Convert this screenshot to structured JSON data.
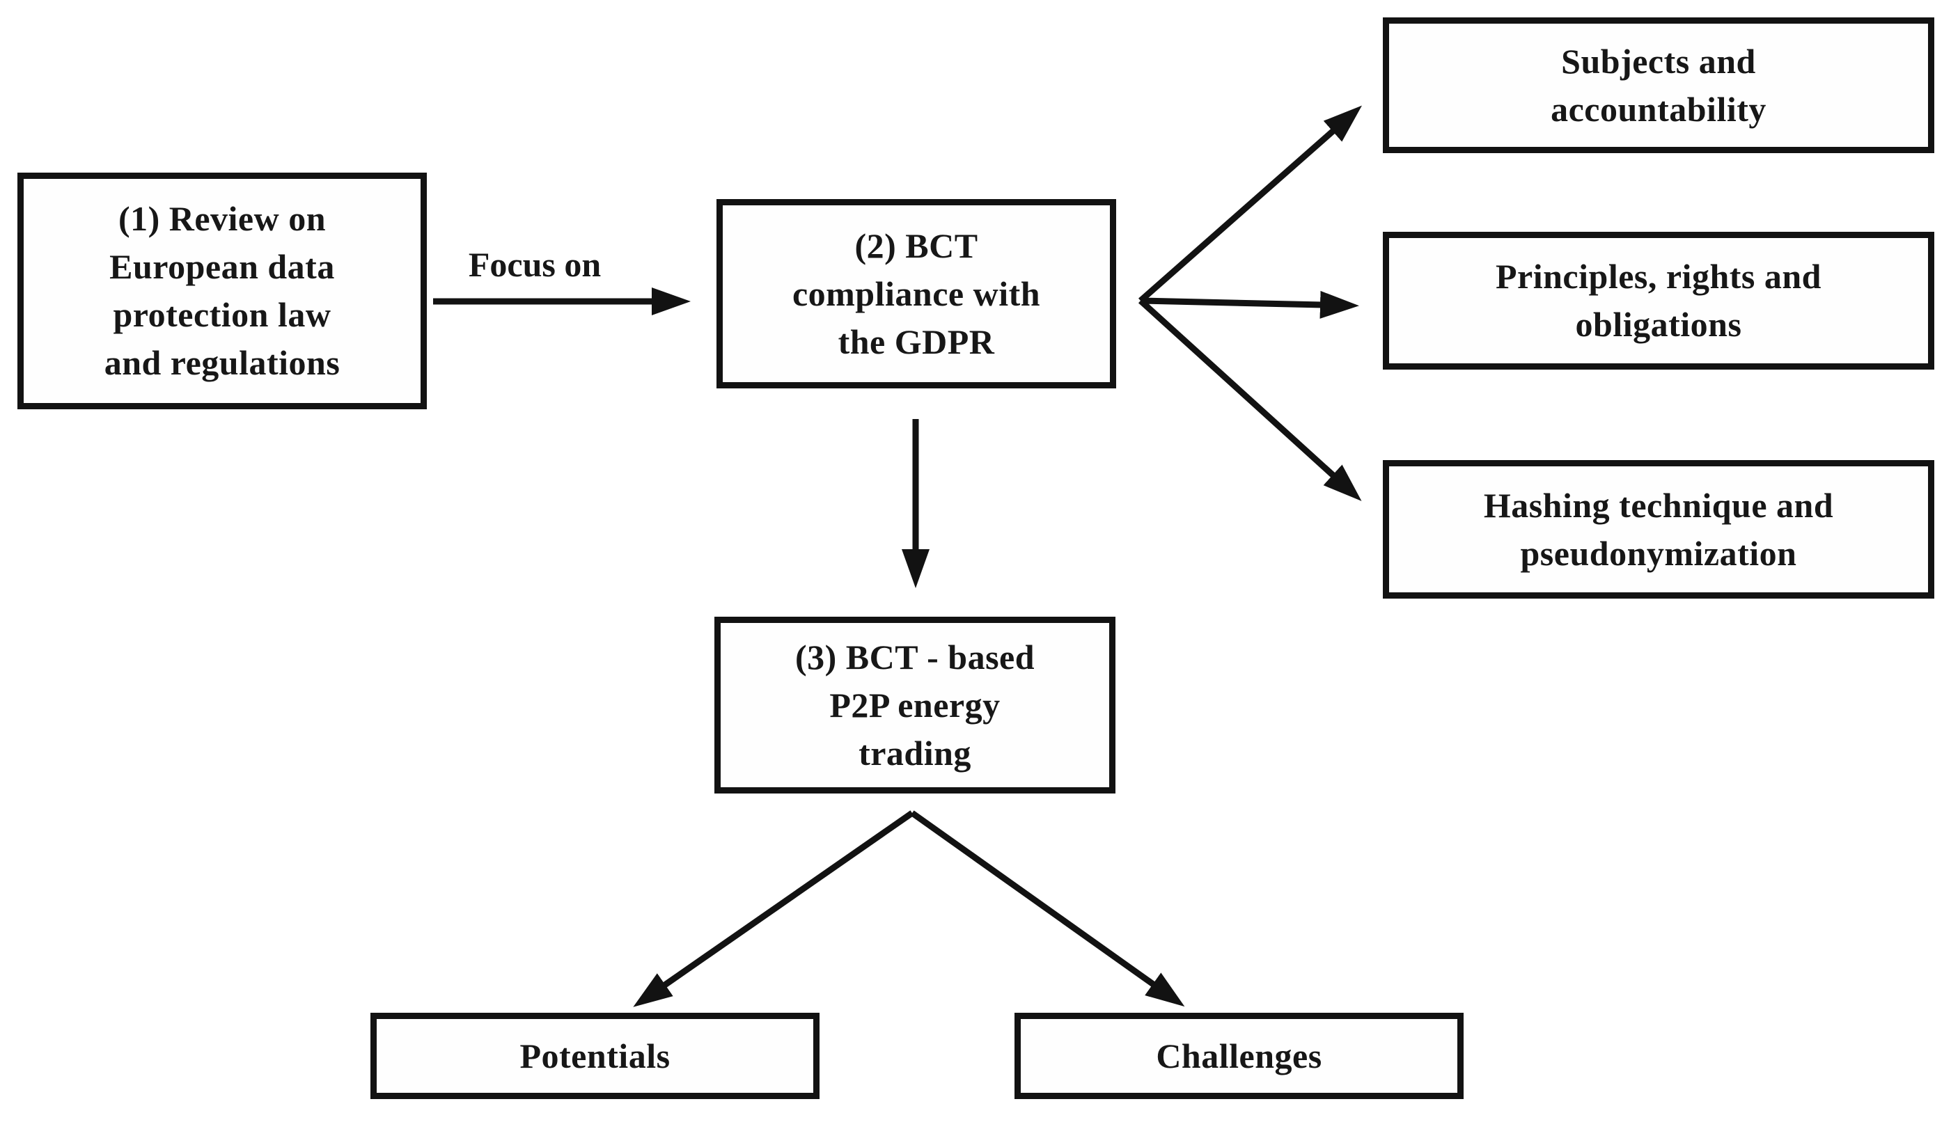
{
  "figure": {
    "background": "#ffffff",
    "ink": "#121212",
    "nodes": {
      "review": {
        "label": "(1) Review on\nEuropean data\nprotection law\nand regulations"
      },
      "bct_gdpr": {
        "label": "(2) BCT\ncompliance with\nthe GDPR"
      },
      "subjects": {
        "label": "Subjects and\naccountability"
      },
      "principles": {
        "label": "Principles, rights and\nobligations"
      },
      "hashing": {
        "label": "Hashing technique and\npseudonymization"
      },
      "p2p": {
        "label": "(3) BCT - based\nP2P energy\ntrading"
      },
      "potentials": {
        "label": "Potentials"
      },
      "challenges": {
        "label": "Challenges"
      }
    },
    "edge_labels": {
      "focus_on": "Focus on"
    }
  }
}
